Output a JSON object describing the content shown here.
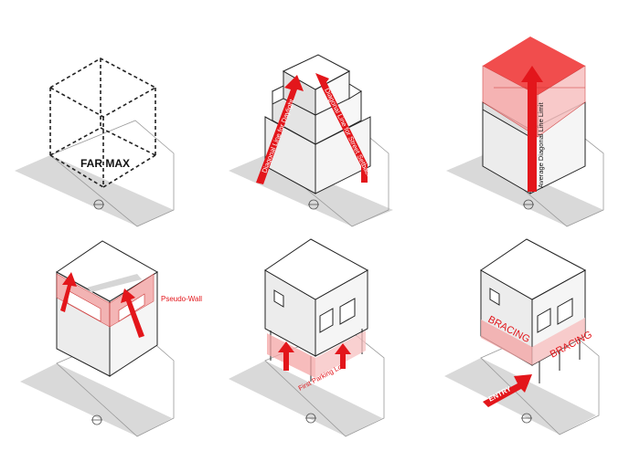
{
  "panels": [
    {
      "id": "p1",
      "labels": {
        "far_max": "FAR MAX"
      }
    },
    {
      "id": "p2",
      "labels": {
        "diag_left": "Diagonal Line for Daylight",
        "diag_right": "Diagonal Line for Street Setback"
      }
    },
    {
      "id": "p3",
      "labels": {
        "avg_line": "Average Diagonal Line Limit"
      }
    },
    {
      "id": "p4",
      "labels": {
        "pseudo_wall": "Pseudo-Wall"
      }
    },
    {
      "id": "p5",
      "labels": {
        "first_floor": "First Parking Lot"
      }
    },
    {
      "id": "p6",
      "labels": {
        "bracing_left": "BRACING",
        "bracing_right": "BRACING",
        "entry": "ENTRY"
      }
    }
  ],
  "colors": {
    "accent": "#e3161b",
    "accent_soft": "#f2a3a3",
    "shadow": "#d8d8d8",
    "wall_light": "#f0f0f0",
    "wall_dark": "#dcdcdc",
    "line": "#222222"
  }
}
